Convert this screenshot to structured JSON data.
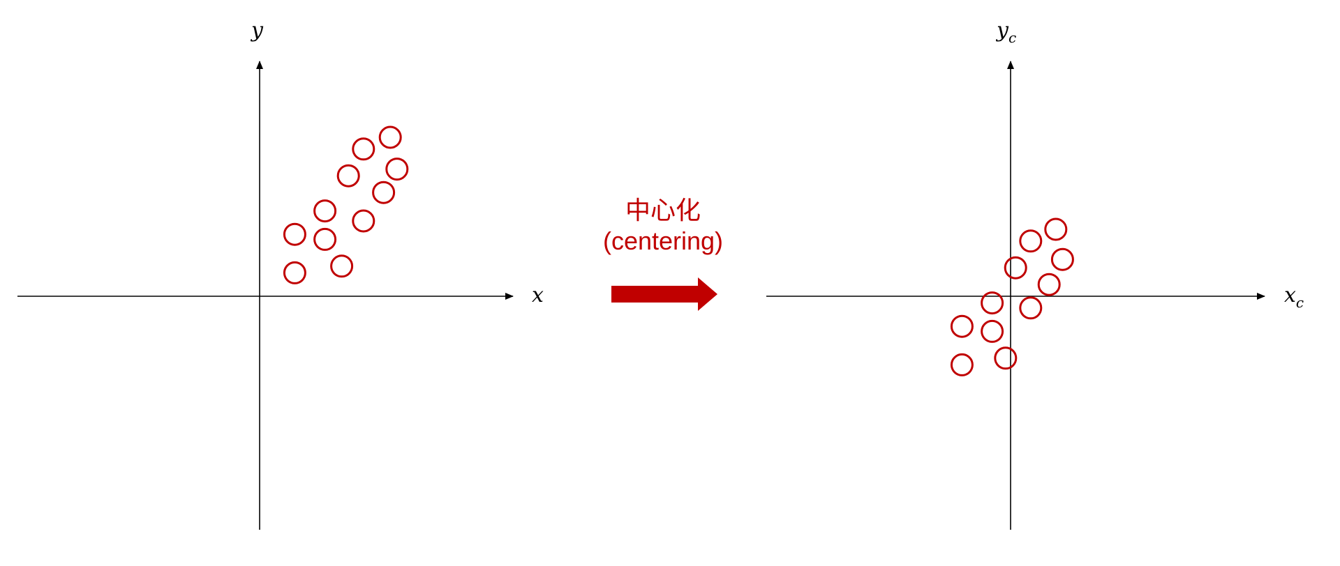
{
  "colors": {
    "points": "#c00000",
    "arrow": "#c00000",
    "axes": "#000000",
    "caption": "#c00000"
  },
  "caption": {
    "line1": "中心化",
    "line2": "(centering)"
  },
  "chart_data": [
    {
      "type": "scatter",
      "xlabel": "x",
      "ylabel": "y",
      "points": [
        {
          "x": 2.1,
          "y": 3.7
        },
        {
          "x": 2.1,
          "y": 1.4
        },
        {
          "x": 3.9,
          "y": 5.1
        },
        {
          "x": 3.9,
          "y": 3.4
        },
        {
          "x": 4.9,
          "y": 1.8
        },
        {
          "x": 5.3,
          "y": 7.2
        },
        {
          "x": 6.2,
          "y": 4.5
        },
        {
          "x": 6.2,
          "y": 8.8
        },
        {
          "x": 7.4,
          "y": 6.2
        },
        {
          "x": 7.8,
          "y": 9.5
        },
        {
          "x": 8.2,
          "y": 7.6
        }
      ]
    },
    {
      "type": "scatter",
      "xlabel": "x_c",
      "ylabel": "y_c",
      "points": [
        {
          "x": -2.9,
          "y": -1.8
        },
        {
          "x": -2.9,
          "y": -4.1
        },
        {
          "x": -1.1,
          "y": -0.4
        },
        {
          "x": -1.1,
          "y": -2.1
        },
        {
          "x": -0.3,
          "y": -3.7
        },
        {
          "x": 0.3,
          "y": 1.7
        },
        {
          "x": 1.2,
          "y": -0.7
        },
        {
          "x": 1.2,
          "y": 3.3
        },
        {
          "x": 2.3,
          "y": 0.7
        },
        {
          "x": 2.7,
          "y": 4.0
        },
        {
          "x": 3.1,
          "y": 2.2
        }
      ]
    }
  ]
}
